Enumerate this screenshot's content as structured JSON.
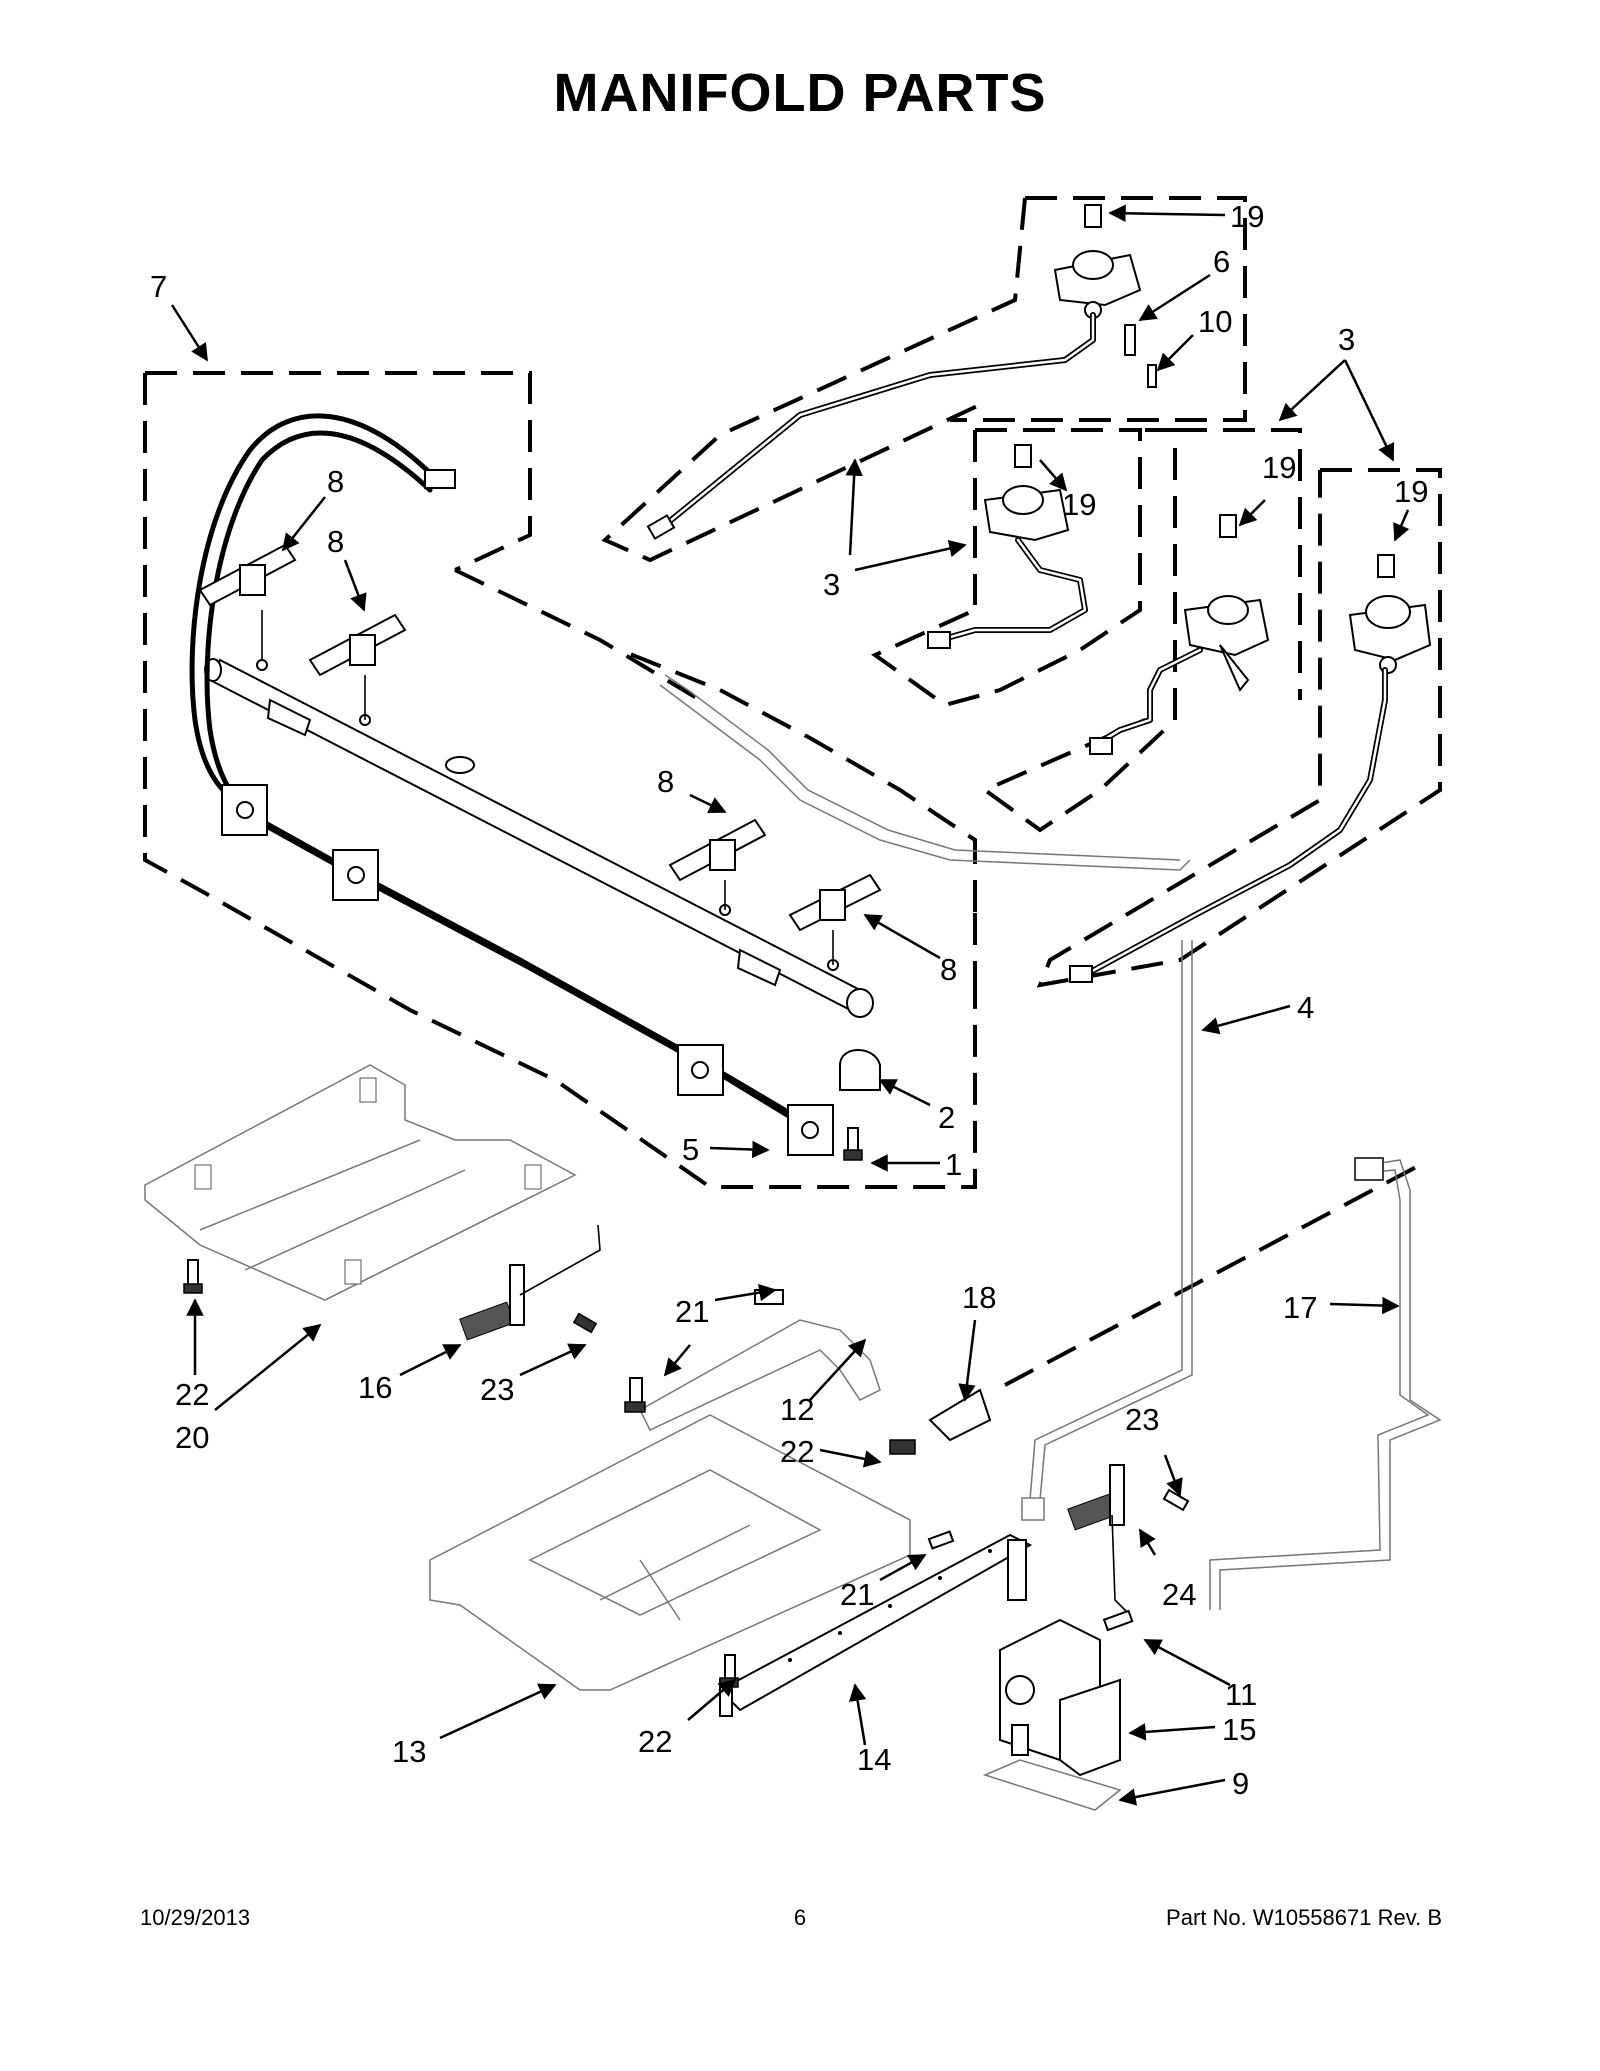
{
  "title": "MANIFOLD PARTS",
  "footer": {
    "date": "10/29/2013",
    "page": "6",
    "part_no": "Part No.  W10558671  Rev.  B"
  },
  "callouts": {
    "c1": "1",
    "c2": "2",
    "c3a": "3",
    "c3b": "3",
    "c4": "4",
    "c5": "5",
    "c6": "6",
    "c7": "7",
    "c8a": "8",
    "c8b": "8",
    "c8c": "8",
    "c8d": "8",
    "c9": "9",
    "c10": "10",
    "c11": "11",
    "c12": "12",
    "c13": "13",
    "c14": "14",
    "c15": "15",
    "c16": "16",
    "c17": "17",
    "c18": "18",
    "c19a": "19",
    "c19b": "19",
    "c19c": "19",
    "c19d": "19",
    "c20": "20",
    "c21a": "21",
    "c21b": "21",
    "c22a": "22",
    "c22b": "22",
    "c22c": "22",
    "c23a": "23",
    "c23b": "23",
    "c24": "24"
  }
}
